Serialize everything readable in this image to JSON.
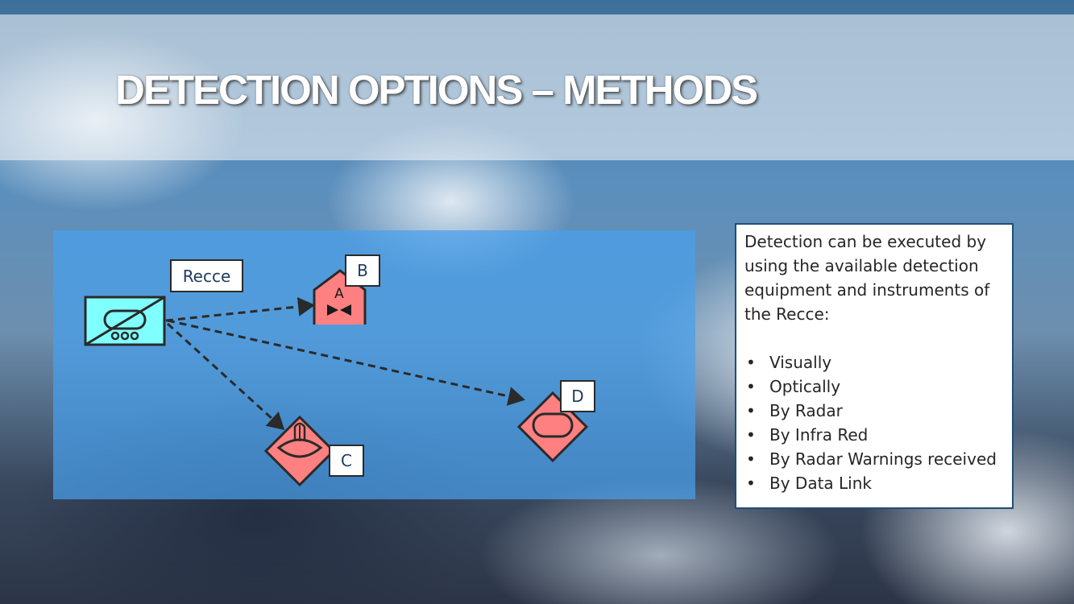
{
  "slide": {
    "title": "DETECTION OPTIONS – METHODS"
  },
  "diagram": {
    "recce_label": "Recce",
    "targets": [
      {
        "id": "B",
        "label": "B",
        "inner_letter": "A"
      },
      {
        "id": "C",
        "label": "C"
      },
      {
        "id": "D",
        "label": "D"
      }
    ],
    "colors": {
      "recce_fill": "#80ffff",
      "hostile_fill": "#ff8080",
      "panel": "#48a0eb"
    }
  },
  "info": {
    "intro": "Detection can be executed by using the available detection equipment and instruments of the Recce:",
    "bullet_glyph": "•",
    "methods": [
      "Visually",
      "Optically",
      "By Radar",
      "By Infra Red",
      "By Radar Warnings received",
      "By Data Link"
    ]
  }
}
